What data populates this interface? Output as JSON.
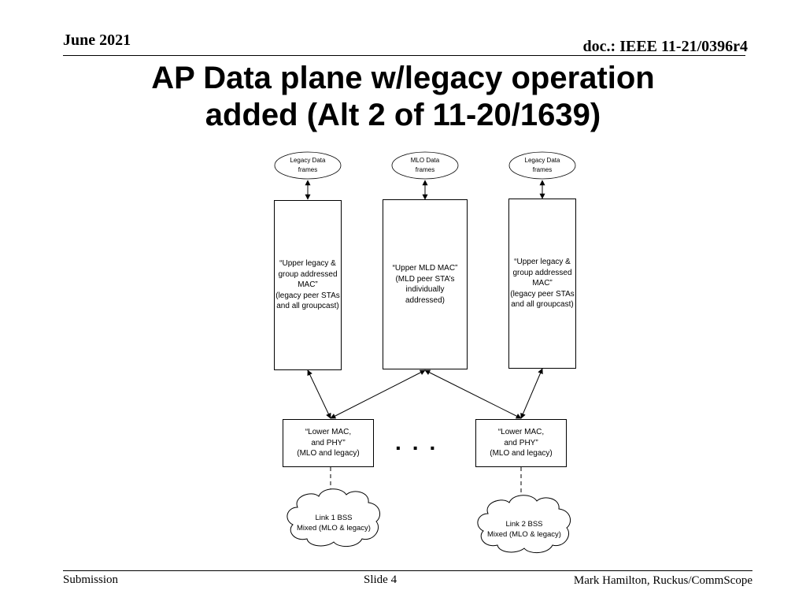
{
  "header": {
    "date": "June 2021",
    "doc": "doc.: IEEE 11-21/0396r4"
  },
  "title": {
    "line1": "AP Data plane w/legacy operation",
    "line2": "added (Alt 2 of 11-20/1639)"
  },
  "diagram": {
    "top_nodes": [
      "Legacy Data\nframes",
      "MLO Data\nframes",
      "Legacy Data\nframes"
    ],
    "upper_boxes": [
      "“Upper legacy &\ngroup addressed\nMAC”\n(legacy peer STAs\nand all groupcast)",
      "“Upper MLD MAC”\n(MLD peer STA’s\nindividually\naddressed)",
      "“Upper legacy &\ngroup addressed\nMAC”\n(legacy peer STAs\nand all groupcast)"
    ],
    "lower_boxes": [
      "“Lower MAC,\nand PHY”\n(MLO and legacy)",
      "“Lower MAC,\nand PHY”\n(MLO and legacy)"
    ],
    "ellipsis": "...",
    "clouds": [
      "Link 1 BSS\nMixed (MLO & legacy)",
      "Link 2 BSS\nMixed (MLO & legacy)"
    ]
  },
  "footer": {
    "left": "Submission",
    "center": "Slide 4",
    "right": "Mark Hamilton, Ruckus/CommScope"
  }
}
